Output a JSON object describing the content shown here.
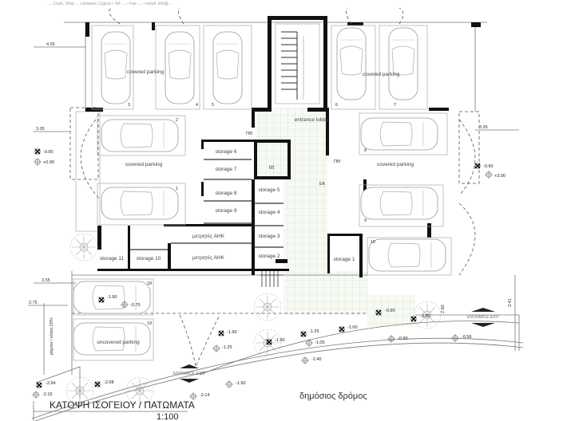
{
  "header": {
    "contact_line": "… Court, Shop … Limassol, Cyprus  •  Tel: …  •  Fax: …  •  email: info@…"
  },
  "title": {
    "main": "ΚΑΤΟΨΗ ΙΣΟΓΕΙΟΥ / ΠΑΤΩΜΑΤΑ",
    "scale": "1:100"
  },
  "rooms": {
    "covered_parking": "covered parking",
    "uncovered_parking": "uncovered parking",
    "entrance_lobby": "entrance lobby",
    "lift": "lift",
    "storage": [
      "storage 1",
      "storage 2",
      "storage 3",
      "storage 4",
      "storage 5",
      "storage 6",
      "storage 7",
      "storage 8",
      "storage 9",
      "storage 10",
      "storage 11"
    ],
    "meters": "μετρητές ΑΗΚ",
    "wc_pd": "ΠΘ",
    "ek": "ΕΚ"
  },
  "parking_numbers": [
    "1",
    "2",
    "3",
    "4",
    "5",
    "6",
    "7",
    "8",
    "9",
    "10",
    "18",
    "19"
  ],
  "dimensions": [
    "4.05",
    "3.05",
    "3.95",
    "3.55",
    "2.75",
    "3.41",
    "2.60"
  ],
  "ramp_label": "ράμπα / κλίση 20%",
  "entrance_exit": "ENTRANCE EXIT",
  "street": "δημόσιος δρόμος",
  "levels": [
    "-0.90",
    "+0.90",
    "-0.90",
    "+3.00",
    "-1.90",
    "-0.70",
    "-1.90",
    "-1.25",
    "-1.90",
    "-1.25",
    "-1.05",
    "-1.00",
    "-0.90",
    "-1.00",
    "-0.90",
    "-0.56",
    "-1.40",
    "-1.90",
    "-2.14",
    "-2.94",
    "-2.15",
    "-2.08"
  ]
}
